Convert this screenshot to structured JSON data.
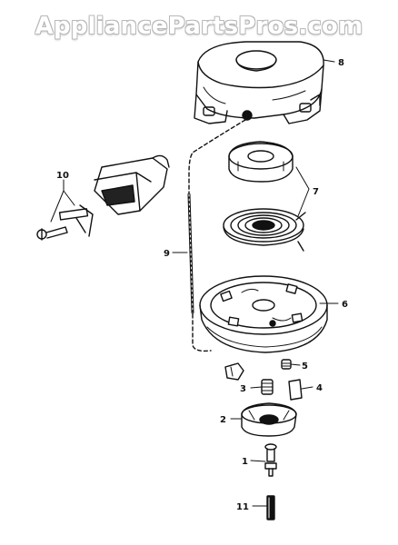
{
  "watermark": {
    "text": "AppliancePartsPros.com"
  },
  "callouts": [
    {
      "id": "8",
      "label": "8",
      "part": "starter-housing"
    },
    {
      "id": "10",
      "label": "10",
      "part": "starter-handle"
    },
    {
      "id": "7",
      "label": "7",
      "part": "spring-retainer-and-recoil-spring"
    },
    {
      "id": "9",
      "label": "9",
      "part": "starter-rope"
    },
    {
      "id": "6",
      "label": "6",
      "part": "pulley"
    },
    {
      "id": "5",
      "label": "5",
      "part": "spring"
    },
    {
      "id": "3",
      "label": "3",
      "part": "spring"
    },
    {
      "id": "4",
      "label": "4",
      "part": "dog"
    },
    {
      "id": "2",
      "label": "2",
      "part": "retainer-cup"
    },
    {
      "id": "1",
      "label": "1",
      "part": "screw"
    },
    {
      "id": "11",
      "label": "11",
      "part": "pin"
    }
  ],
  "colors": {
    "line": "#111111",
    "watermark_outline": "#b9b9b9",
    "background": "#ffffff"
  }
}
